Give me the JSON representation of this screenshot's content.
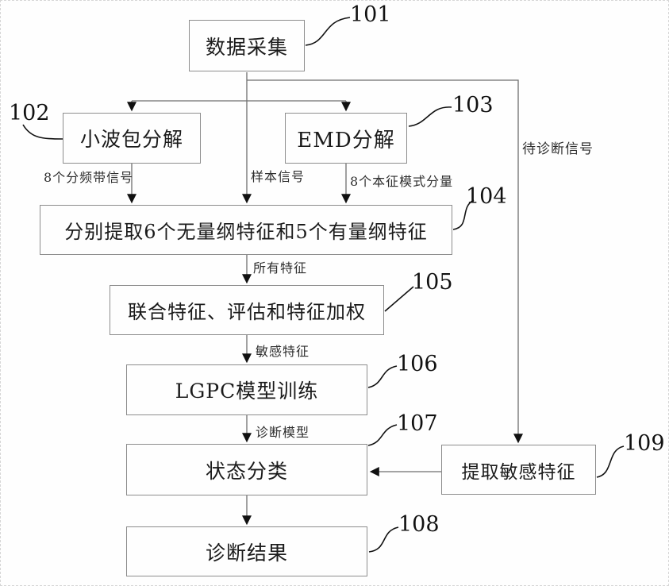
{
  "figure": {
    "background": "#fefefe",
    "box_border_color": "#8d8d8d",
    "connector_color": "#6f6f6f",
    "arrow_color": "#111111",
    "text_color": "#1b1b1b"
  },
  "nodes": {
    "n101": {
      "ref": "101",
      "label": "数据采集"
    },
    "n102": {
      "ref": "102",
      "label": "小波包分解"
    },
    "n103": {
      "ref": "103",
      "label": "EMD分解"
    },
    "n104": {
      "ref": "104",
      "label": "分别提取6个无量纲特征和5个有量纲特征"
    },
    "n105": {
      "ref": "105",
      "label": "联合特征、评估和特征加权"
    },
    "n106": {
      "ref": "106",
      "label": "LGPC模型训练"
    },
    "n107": {
      "ref": "107",
      "label": "状态分类"
    },
    "n108": {
      "ref": "108",
      "label": "诊断结果"
    },
    "n109": {
      "ref": "109",
      "label": "提取敏感特征"
    }
  },
  "edge_labels": {
    "wavelet_out": "8个分频带信号",
    "sample_signal": "样本信号",
    "emd_out": "8个本征模式分量",
    "all_features": "所有特征",
    "sensitive_features": "敏感特征",
    "diagnosis_model": "诊断模型",
    "signal_to_diagnose": "待诊断信号"
  }
}
